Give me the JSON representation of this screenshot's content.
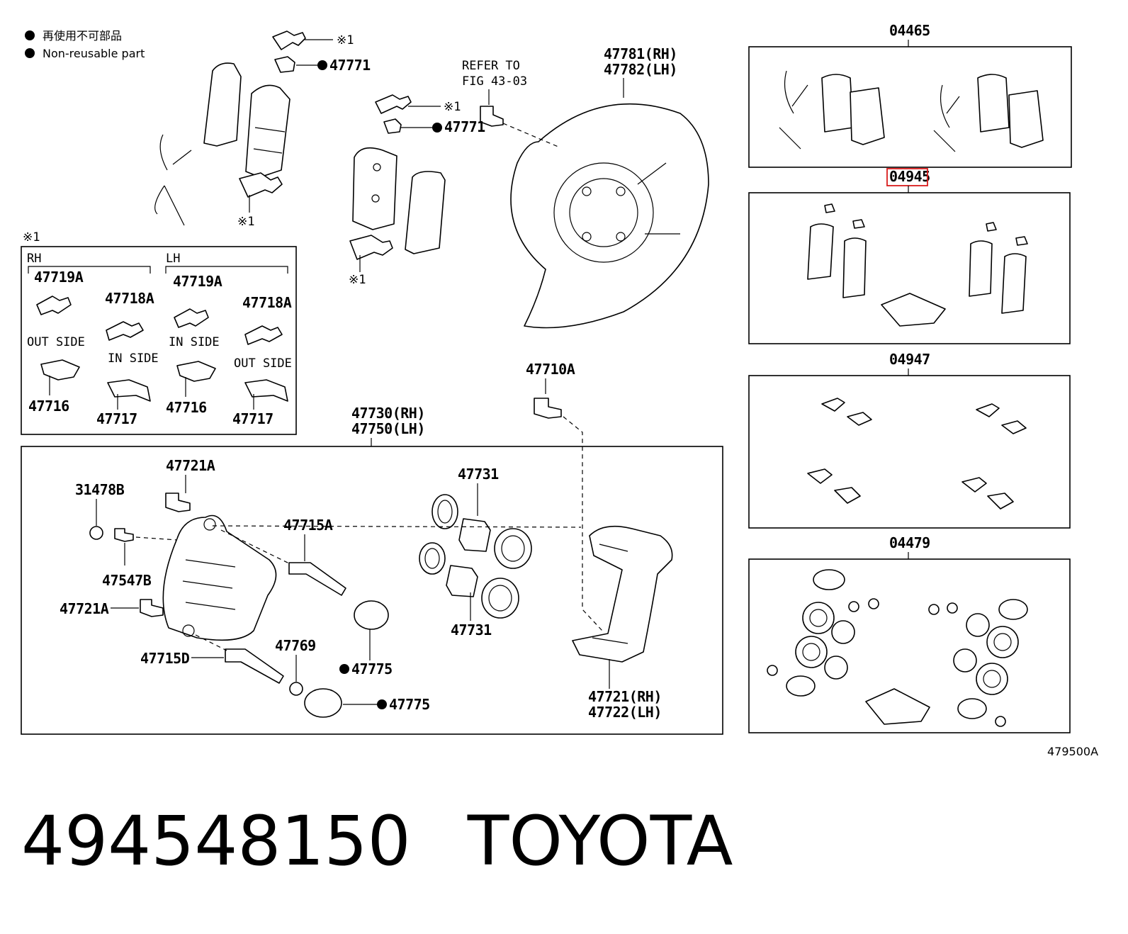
{
  "legend": {
    "jp": "再使用不可部品",
    "en": "Non-reusable part"
  },
  "marks": {
    "ref1": "※1"
  },
  "labels": {
    "p47771": "47771",
    "refer": "REFER TO",
    "fig": "FIG 43-03",
    "p47781": "47781(RH)",
    "p47782": "47782(LH)",
    "p47710A": "47710A",
    "p47730": "47730(RH)",
    "p47750": "47750(LH)",
    "p47721A": "47721A",
    "p31478B": "31478B",
    "p47547B": "47547B",
    "p47715A": "47715A",
    "p47715D": "47715D",
    "p47731": "47731",
    "p47769": "47769",
    "p47775": "47775",
    "p47721": "47721(RH)",
    "p47722": "47722(LH)",
    "p04465": "04465",
    "p04945": "04945",
    "p04947": "04947",
    "p04479": "04479",
    "figcode": "479500A"
  },
  "inset": {
    "rh": "RH",
    "lh": "LH",
    "p47719A": "47719A",
    "p47718A": "47718A",
    "p47716": "47716",
    "p47717": "47717",
    "out_side": "OUT SIDE",
    "in_side": "IN SIDE"
  },
  "highlight_color": "#d81b1b",
  "footer": {
    "part_number": "494548150",
    "brand": "TOYOTA"
  }
}
